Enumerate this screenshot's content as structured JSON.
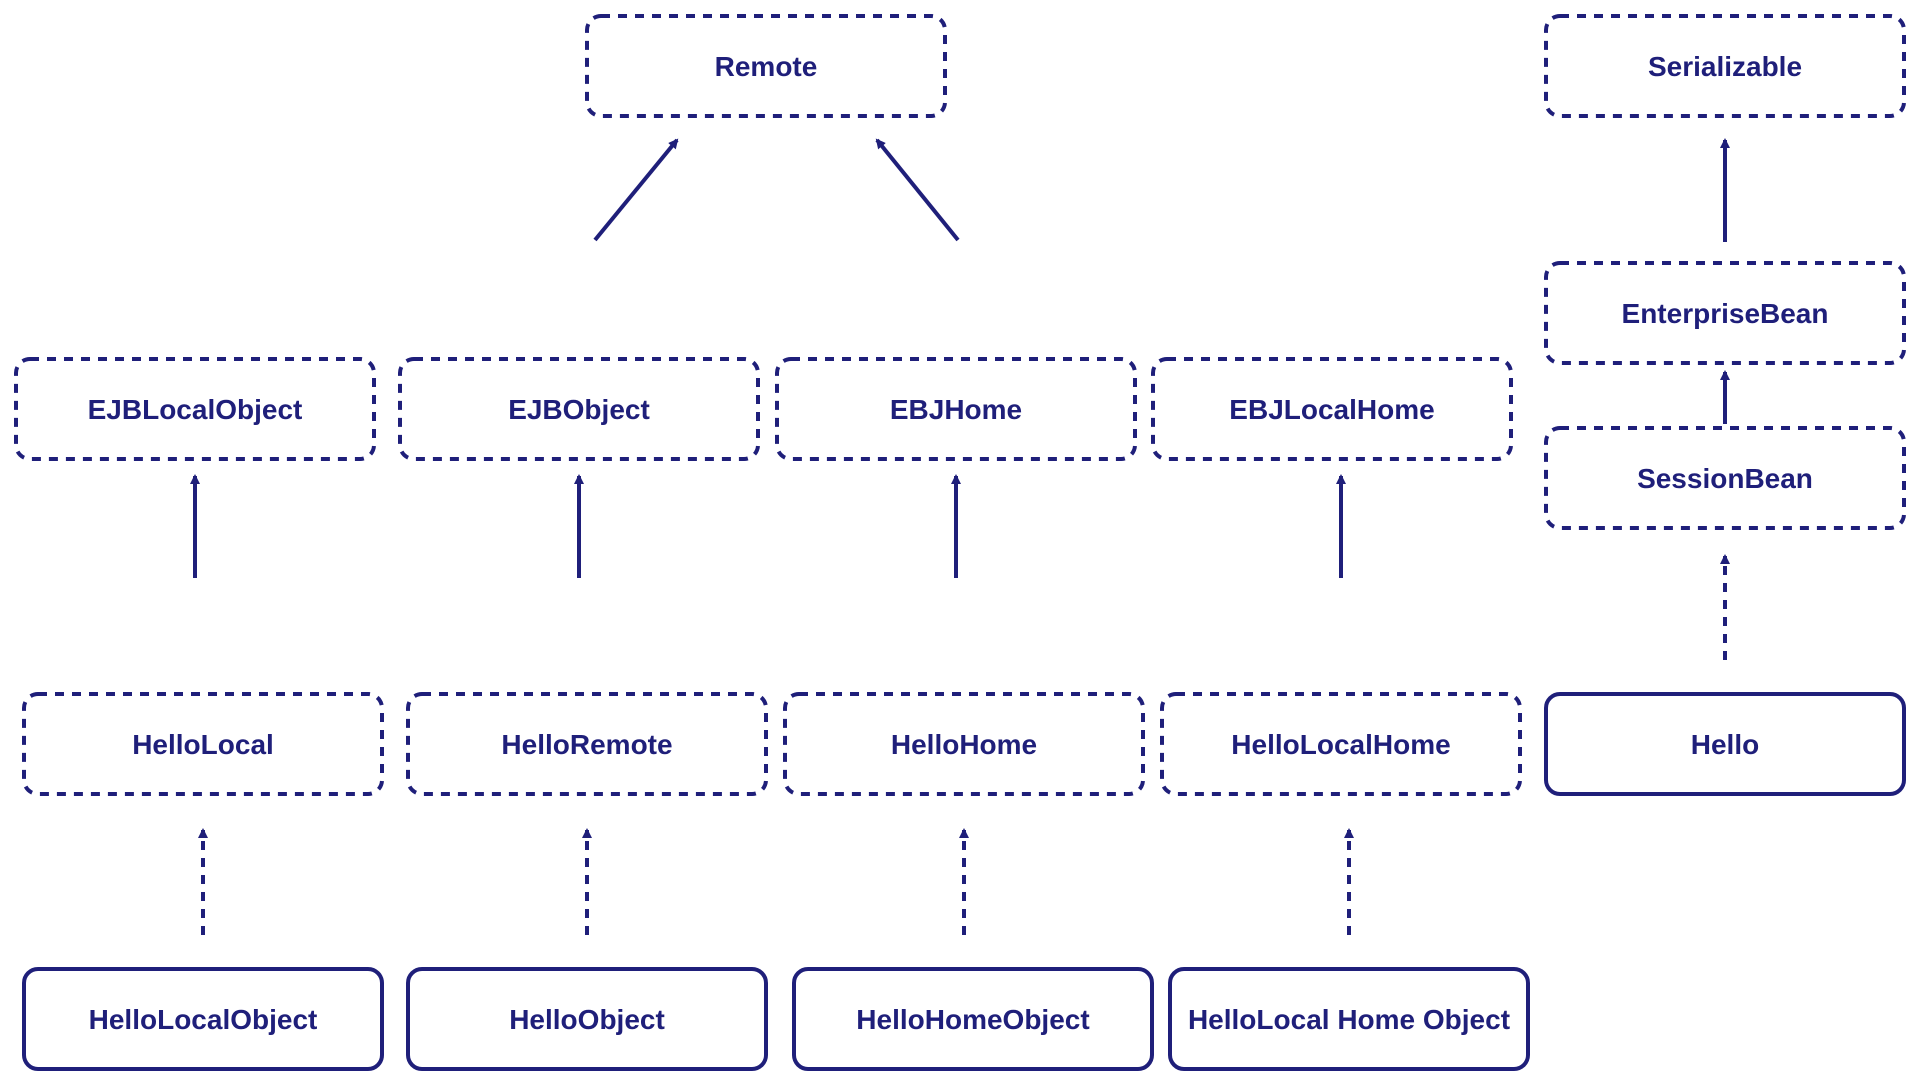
{
  "colors": {
    "ink": "#1f1f7a",
    "background": "#ffffff"
  },
  "nodes": {
    "remote": "Remote",
    "serializable": "Serializable",
    "enterprise_bean": "EnterpriseBean",
    "session_bean": "SessionBean",
    "ejb_local_object": "EJBLocalObject",
    "ejb_object": "EJBObject",
    "ebj_home": "EBJHome",
    "ebj_local_home": "EBJLocalHome",
    "hello_local": "HelloLocal",
    "hello_remote": "HelloRemote",
    "hello_home": "HelloHome",
    "hello_local_home": "HelloLocalHome",
    "hello": "Hello",
    "hello_local_object": "HelloLocalObject",
    "hello_object": "HelloObject",
    "hello_home_object": "HelloHomeObject",
    "hello_local_home_object": "HelloLocal Home Object"
  }
}
